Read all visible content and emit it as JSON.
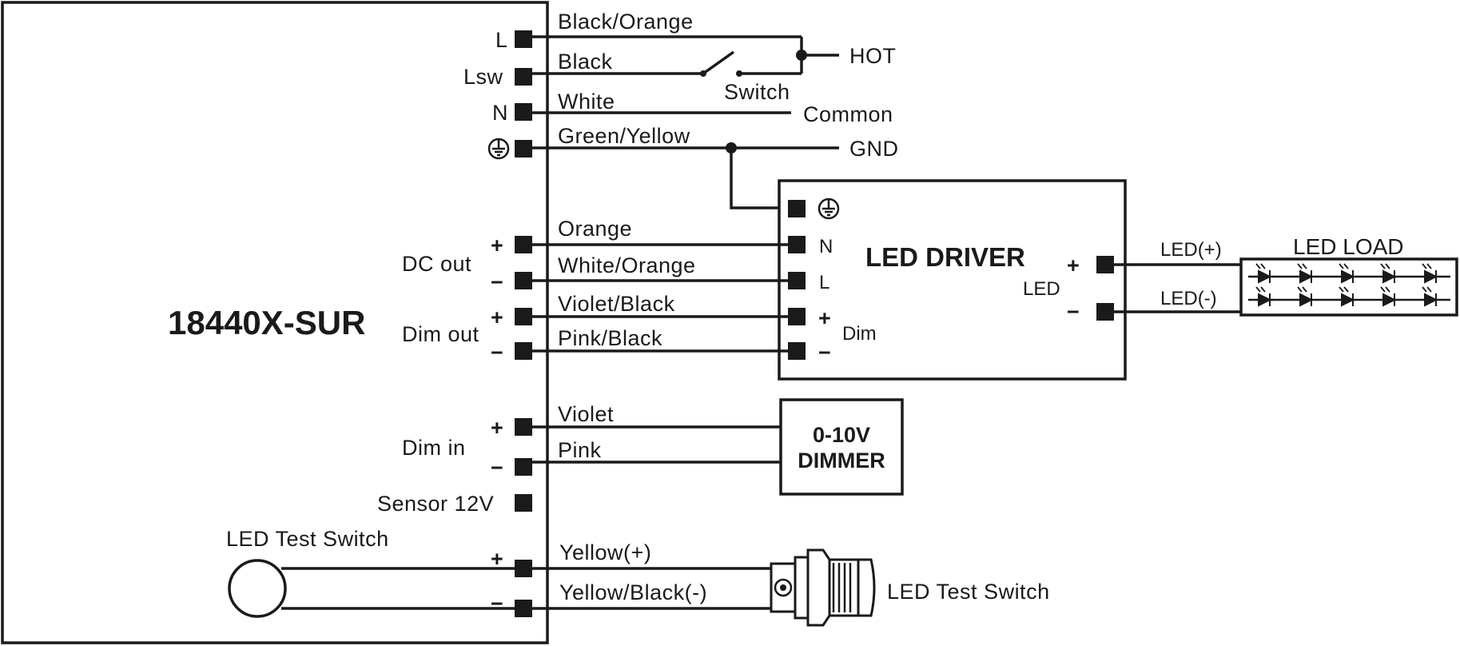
{
  "controller": {
    "name": "18440X-SUR",
    "terminals": {
      "L": "L",
      "Lsw": "Lsw",
      "N": "N"
    },
    "group_dc_out": "DC out",
    "group_dim_out": "Dim out",
    "group_dim_in": "Dim in",
    "sensor": "Sensor 12V",
    "test_switch": "LED Test Switch",
    "plus": "+",
    "minus": "−"
  },
  "wires": {
    "black_orange": "Black/Orange",
    "black": "Black",
    "white": "White",
    "green_yellow": "Green/Yellow",
    "orange": "Orange",
    "white_orange": "White/Orange",
    "violet_black": "Violet/Black",
    "pink_black": "Pink/Black",
    "violet": "Violet",
    "pink": "Pink",
    "yellow": "Yellow(+)",
    "yellow_black": "Yellow/Black(-)"
  },
  "mains": {
    "hot": "HOT",
    "switch": "Switch",
    "common": "Common",
    "gnd": "GND"
  },
  "driver": {
    "title": "LED DRIVER",
    "n": "N",
    "l": "L",
    "dim": "Dim",
    "led": "LED",
    "plus": "+",
    "minus": "−"
  },
  "load": {
    "title": "LED LOAD",
    "pos": "LED(+)",
    "neg": "LED(-)"
  },
  "dimmer": {
    "line1": "0-10V",
    "line2": "DIMMER"
  },
  "test_switch_label": "LED Test Switch"
}
